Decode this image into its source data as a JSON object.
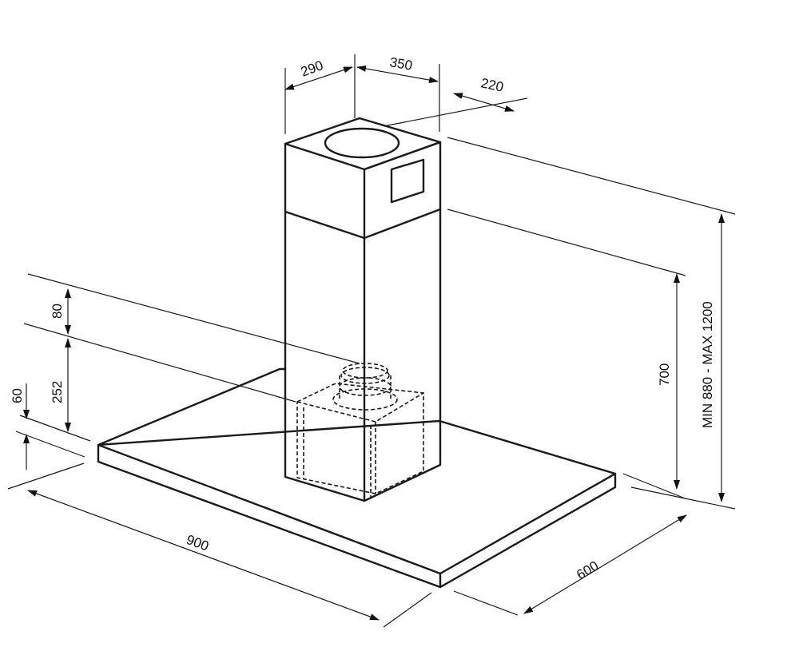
{
  "dimensions": {
    "chimney_depth": "290",
    "chimney_width": "350",
    "outlet_offset": "220",
    "top_section": "80",
    "mid_section": "252",
    "canopy_thickness": "60",
    "canopy_width": "900",
    "canopy_depth": "600",
    "chimney_height": "700",
    "total_height": "MIN 880 - MAX 1200"
  }
}
